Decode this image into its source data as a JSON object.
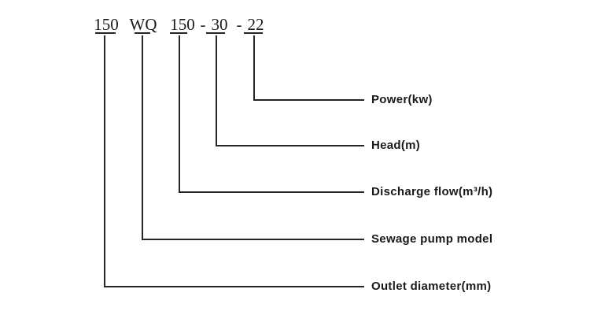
{
  "model_code": {
    "tokens": [
      "150",
      "WQ",
      "150",
      "30",
      "22"
    ],
    "separators": [
      "-",
      "-"
    ]
  },
  "callouts": [
    {
      "label": "Power(kw)"
    },
    {
      "label": "Head(m)"
    },
    {
      "label": "Discharge flow(m³/h)"
    },
    {
      "label": "Sewage pump model"
    },
    {
      "label": "Outlet diameter(mm)"
    }
  ],
  "colors": {
    "background": "#ffffff",
    "line": "#262626",
    "text": "#1a1a1a"
  }
}
